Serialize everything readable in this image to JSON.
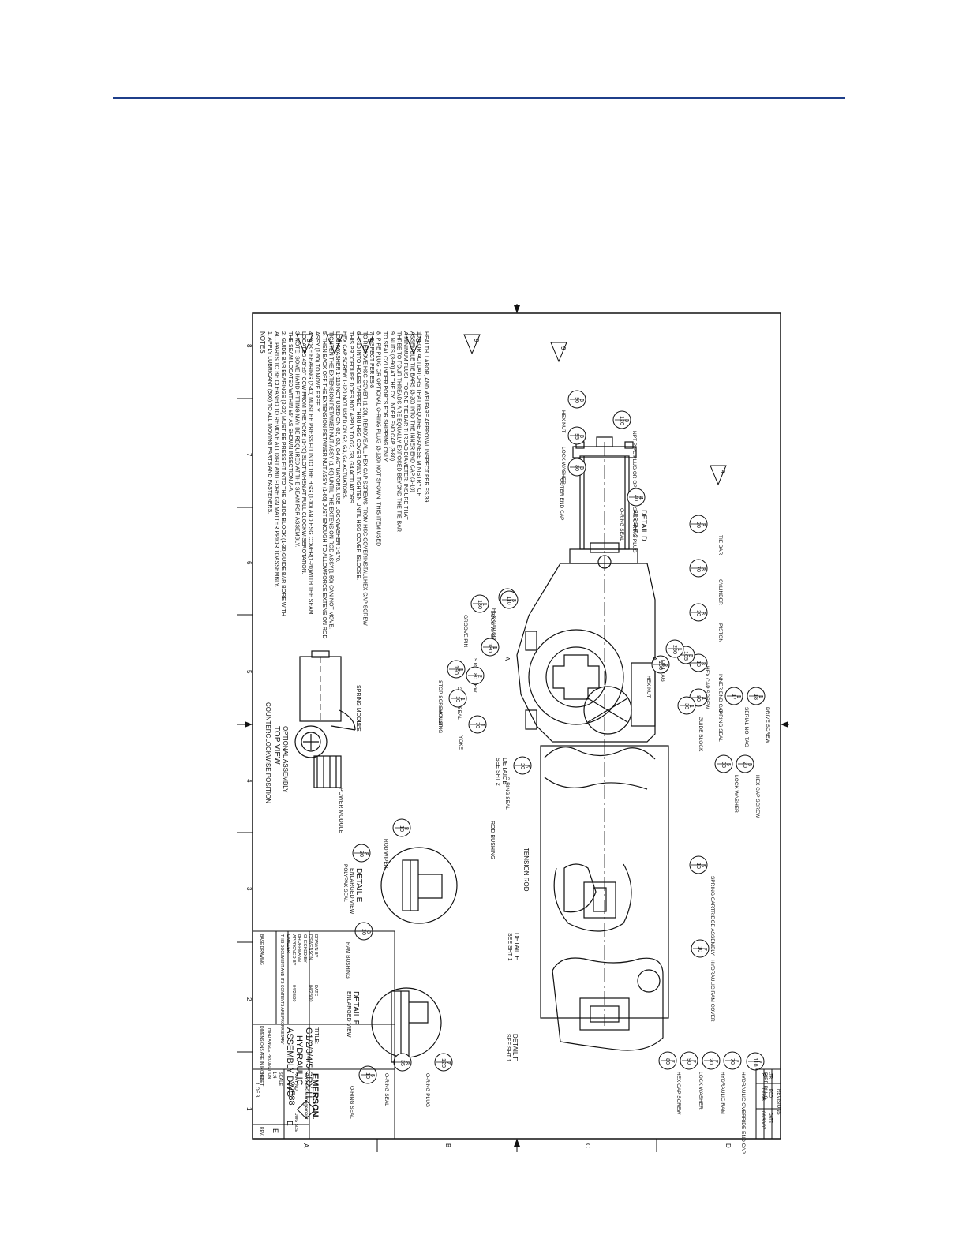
{
  "colors": {
    "rule": "#1f3f8a",
    "ink": "#111111"
  },
  "notes": {
    "heading": "NOTES:",
    "lines": [
      "1. APPLY LUBRICANT (300) TO ALL MOVING PARTS AND FASTENERS.",
      "   ALL PARTS TO BE CLEANED TO REMOVE ALL DIRT AND FOREIGN MATTER PRIOR TOASSEMBLY.",
      "2. GUIDE BAR BEARINGS (2-20) MUST BE PRESS FIT INTO THE GUIDE BLOCK (1-30)GUIDE BAR BORE WITH",
      "   THE SEAM LOCATED WITHIN ±5° AS SHOWN INSECTION A-A.",
      "3. NOTE: SOME HAND FITTING MAY BE REQUIRED AT THE SEAM FOR ASSEMBLY.",
      "   LOCATED 45°±5° CCW FROM THE YOKE (1-70) SLOT WHEN AT FULL CLOCKWISEROTATION.",
      "4. YOKE BEARING (2-40) MUST BE PRESS FIT INTO THE HSG (1-10) AND HSG COVER(1-20)WITH THE SEAM",
      "   ASSY (1-50) TO MOVE FREELY.",
      "5. THEN BACK OFF THE EXTENSION RETAINER NUT ASSY (1-60) JUST ENOUGH TO ALLOWFORCE EXTENSION ROD",
      "   TIGHTEN THE EXTENSION RETAINER NUT ASSY (1-60) UNTIL THE EXTENSION ROD ASSY(1-50) CAN NOT MOVE.",
      "   LOCKWASHER 1-115 NOT USED ON G2, G3, G4 ACTUATORS. USE LOCKWASHER 1-170.",
      "   HEX CAP SCREW 1-120 NOT USED ON G2, G3, G4 ACTUATORS.",
      "   THIS PROCEDURE DOES NOT APPLY TO G2, G3, G4 ACTUATORS.",
      "6. 1-10 INTO HOLES TAPPED THRU HSG COVER ONLY. TIGHTEN UNTIL HSG COVER ISLOOSE.",
      "   TO REMOVE HSG COVER (1-20), REMOVE ALL HEX CAP SCREWS FROM HSG COVERINSTALLHEX CAP SCREW",
      "7. INSPECT PER ES-8",
      "8. PIPE PLUG OR OPTIONAL O-RING PLUG (3-120) NOT SHOWN. THIS ITEM USED",
      "   TO SEAL CYLINDER PORTS FOR SHIPPING ONLY.",
      "9. NUTS (3-90) AT THE CYLINDER END CAP (3-80).",
      "   THREE TO FOUR THREADS ARE EQUALLY EXPOSED BEYOND THE TIE BAR",
      "   A MINIMUM FLUSH TO ONE TIE BAR THREAD DIAMETER. INSURE THAT",
      "   ASSEMBLE TIE BARS (3-20) INTO THE INNER END CAP (3-10)",
      "10. FOR ACTUATORS THAT REQUIRE JAPANESE MINISTRY OF",
      "    HEALTH, LABOR, AND WELFARE APPROVAL INSPECT PER ES 39."
    ]
  },
  "callouts": [
    {
      "a": "3",
      "b": "120",
      "label": "NPT PIPE PLUG OR OPTIONAL SAE O-RING PLUG"
    },
    {
      "a": "3",
      "b": "90",
      "label": "HEX NUT"
    },
    {
      "a": "3",
      "b": "95",
      "label": "LOCK WASHER"
    },
    {
      "a": "3",
      "b": "80",
      "label": "OUTER END CAP"
    },
    {
      "a": "4",
      "b": "40",
      "label": "O-RING SEAL"
    },
    {
      "a": "3",
      "b": "20",
      "label": "TIE BAR"
    },
    {
      "a": "3",
      "b": "70",
      "label": "CYLINDER"
    },
    {
      "a": "3",
      "b": "30",
      "label": "PISTON"
    },
    {
      "a": "3",
      "b": "10",
      "label": "INNER END CAP"
    },
    {
      "a": "4",
      "b": "80",
      "label": "O-RING SEAL"
    },
    {
      "a": "3",
      "b": "105",
      "label": "HEX CAP SCREW"
    },
    {
      "a": "3",
      "b": "100",
      "label": "HEX NUT"
    },
    {
      "a": "1",
      "b": "250",
      "label": "LIFT TAG"
    },
    {
      "a": "3",
      "b": "115",
      "label": "HEX CAP SCREW"
    },
    {
      "a": "3",
      "b": "110",
      "label": "LOCK WASHER"
    },
    {
      "a": "1",
      "b": "130",
      "label": "GROOVE PIN"
    },
    {
      "a": "1",
      "b": "180",
      "label": "STOP SCREW"
    },
    {
      "a": "2",
      "b": "80",
      "label": "O-RING SEAL"
    },
    {
      "a": "1",
      "b": "190",
      "label": "STOP SCREW NUT"
    },
    {
      "a": "1",
      "b": "10",
      "label": "HOUSING"
    },
    {
      "a": "1",
      "b": "70",
      "label": "YOKE"
    },
    {
      "a": "1",
      "b": "30",
      "label": "GUIDE BLOCK"
    },
    {
      "a": "1",
      "b": "17",
      "label": "SERIAL NO. TAG"
    },
    {
      "a": "1",
      "b": "18",
      "label": "DRIVE SCREW"
    },
    {
      "a": "5",
      "b": "20",
      "label": "HEX CAP SCREW"
    },
    {
      "a": "5",
      "b": "30",
      "label": "LOCK WASHER"
    },
    {
      "a": "6",
      "b": "20",
      "label": "O-RING SEAL"
    },
    {
      "a": "5",
      "b": "10",
      "label": "SPRING CARTRIDGE ASSEMBLY"
    },
    {
      "a": "7",
      "b": "10",
      "label": "HYDRAULIC RAM COVER"
    },
    {
      "a": "7",
      "b": "110",
      "label": "PIPE PLUG"
    },
    {
      "a": "7",
      "b": "70",
      "label": "HYDRAULIC OVERRIDE END CAP"
    },
    {
      "a": "7",
      "b": "20",
      "label": "HYDRAULIC RAM"
    },
    {
      "a": "7",
      "b": "90",
      "label": "LOCK WASHER"
    },
    {
      "a": "7",
      "b": "80",
      "label": "HEX CAP SCREW"
    }
  ],
  "detail_e_callouts": [
    {
      "a": "8",
      "b": "10",
      "label": "ROD WIPER"
    },
    {
      "a": "8",
      "b": "30",
      "label": "POLYPAK SEAL"
    },
    {
      "a": "8",
      "b": "20",
      "label": "RAM BUSHING"
    }
  ],
  "detail_f_callouts": [
    {
      "a": "7",
      "b": "120",
      "label": "O-RING PLUG"
    },
    {
      "a": "8",
      "b": "35",
      "label": "O-RING SEAL"
    },
    {
      "a": "6",
      "b": "10",
      "label": "O-RING SEAL"
    }
  ],
  "labels": {
    "detail_d": "DETAIL D",
    "see_sht2_d": "SEE SHT 2",
    "detail_b": "DETAIL B",
    "see_sht2_b": "SEE SHT 2",
    "detail_e_ref": "DETAIL E",
    "see_sht1_e": "SEE SHT 1",
    "detail_f_ref": "DETAIL F",
    "see_sht1_f": "SEE SHT 1",
    "tension_rod": "TENSION ROD",
    "rod_bushing": "ROD BUSHING",
    "section_a": "A",
    "detail_e_title": "DETAIL E",
    "detail_e_sub": "ENLARGED VIEW",
    "detail_f_title": "DETAIL F",
    "detail_f_sub": "ENLARGED VIEW",
    "spring_module": "SPRING MODULE",
    "power_module": "POWER MODULE",
    "angle": "45°",
    "optional_title": "OPTIONAL ASSEMBLY",
    "top_view": "TOP VIEW",
    "ccw_position": "COUNTERCLOCKWISE POSITION"
  },
  "border": {
    "zones_num": [
      "8",
      "7",
      "6",
      "5",
      "4",
      "3",
      "2",
      "1"
    ],
    "zones_letter": [
      "A",
      "B",
      "C",
      "D"
    ]
  },
  "title_block": {
    "title_label": "TITLE:",
    "title_lines": [
      "G1/2/3/4/5-SRX-H",
      "HYDRAULIC",
      "ASSEMBLY DWG"
    ],
    "brand": "EMERSON.",
    "brand_sub": "Process Management",
    "part_no_label": "PART NO.",
    "part_no": "22588",
    "dwg_size_label": "DWG SIZE",
    "dwg_size": "E",
    "rev_label": "REV.",
    "rev": "E",
    "scale_label": "SCALE",
    "scale": "1:4",
    "sheet_label": "SHEET",
    "sheet": "1 OF 3",
    "drawn_by": "DRAWN BY",
    "checked_by": "CHECKED BY",
    "approved_by": "APPROVED BY",
    "date_label": "DATE",
    "date": "04/28/00",
    "drawn_name": "DSWENSON",
    "checked_name": "BHOFFMANN",
    "approved_name": "DMILLER",
    "proprietary": "THIS DOCUMENT AND ITS CONTENTS ARE PROPRIETARY",
    "third_angle": "THIRD ANGLE PROJECTION",
    "dims": "DIMENSIONS ARE IN INCHES",
    "base_drawing": "BASE DRAWING"
  },
  "revisions": {
    "title": "REVISIONS",
    "ltr_label": "LTR",
    "eco_label": "ECO",
    "date_label": "DATE",
    "ltr": "E",
    "eco": "19798",
    "date": "06/30/07"
  }
}
